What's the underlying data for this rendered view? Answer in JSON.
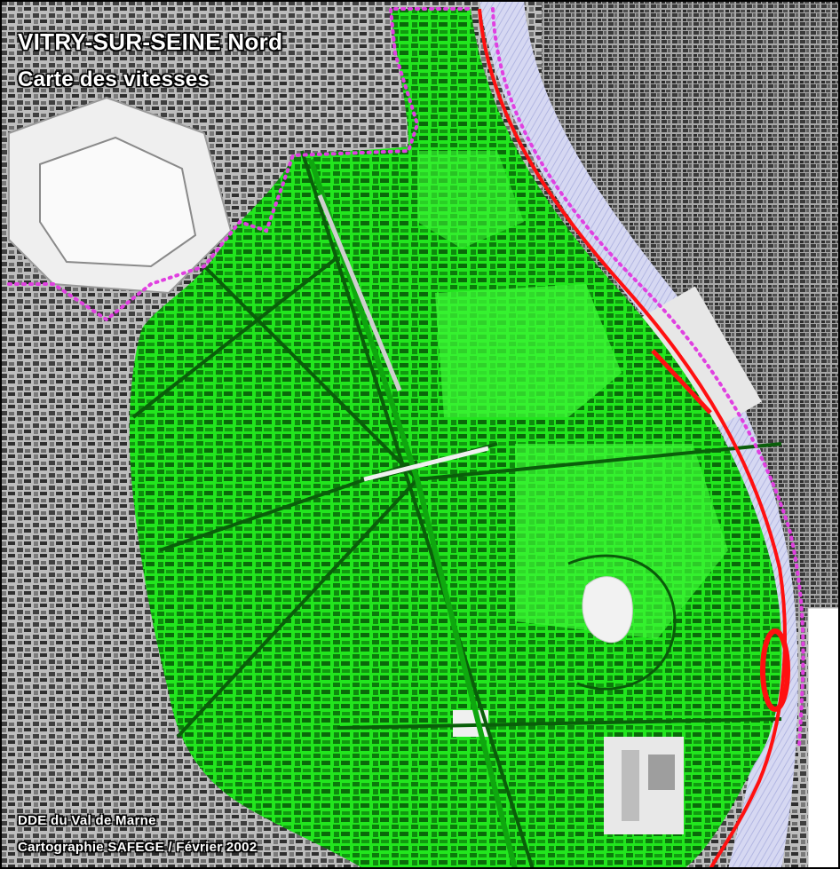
{
  "map": {
    "title": "VITRY-SUR-SEINE Nord",
    "subtitle": "Carte des vitesses",
    "credit_line_1": "DDE du Val de Marne",
    "credit_line_2": "Cartographie SAFEGE / Février 2002"
  },
  "colors": {
    "zone_green": "#22e61e",
    "zone_dark_green": "#0c7a0c",
    "river": "#c9ccec",
    "boundary_magenta": "#e040e0",
    "highlight_red": "#ff1010",
    "urban_gray": "#9a9a9a",
    "urban_dark": "#555555"
  },
  "legend": {
    "icons": [
      "boundary-dotted-line",
      "speed-zone-area",
      "river-seine",
      "red-highlight-ellipse"
    ]
  }
}
